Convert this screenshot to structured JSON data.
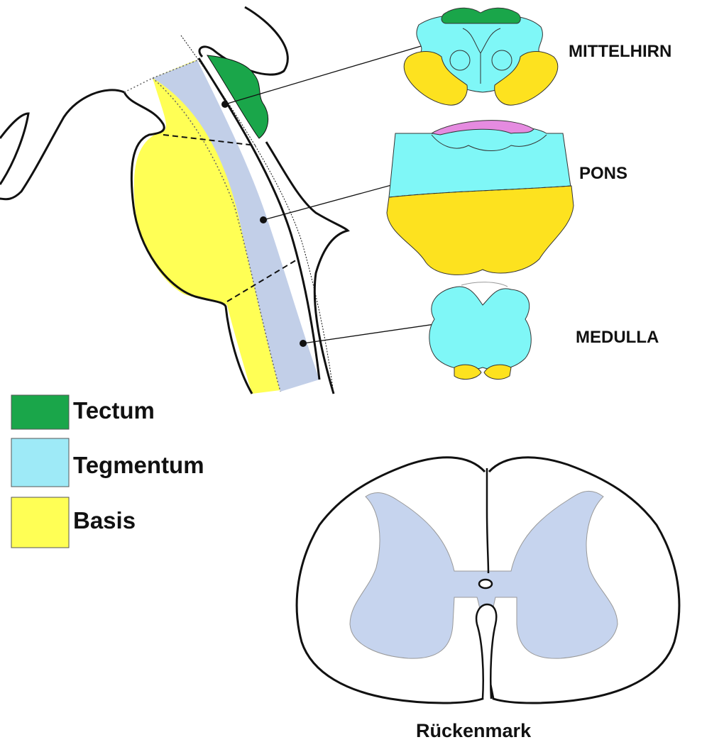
{
  "labels": {
    "mittelhirn": "MITTELHIRN",
    "pons": "PONS",
    "medulla": "MEDULLA",
    "rueckenmark": "Rückenmark"
  },
  "legend": [
    {
      "key": "tectum",
      "label": "Tectum",
      "color": "#1aa64a"
    },
    {
      "key": "tegmentum",
      "label": "Tegmentum",
      "color": "#9eeaf7"
    },
    {
      "key": "basis",
      "label": "Basis",
      "color": "#ffff55"
    }
  ],
  "colors": {
    "tectum": "#1aa64a",
    "tegmentum_section": "#7ff7f7",
    "tegmentum_sagittal": "#c2cfe8",
    "basis": "#ffff55",
    "basis_section": "#fde21f",
    "pons_roof": "#e58be0",
    "grey_matter": "#c6d4ee",
    "outline": "#111111"
  }
}
